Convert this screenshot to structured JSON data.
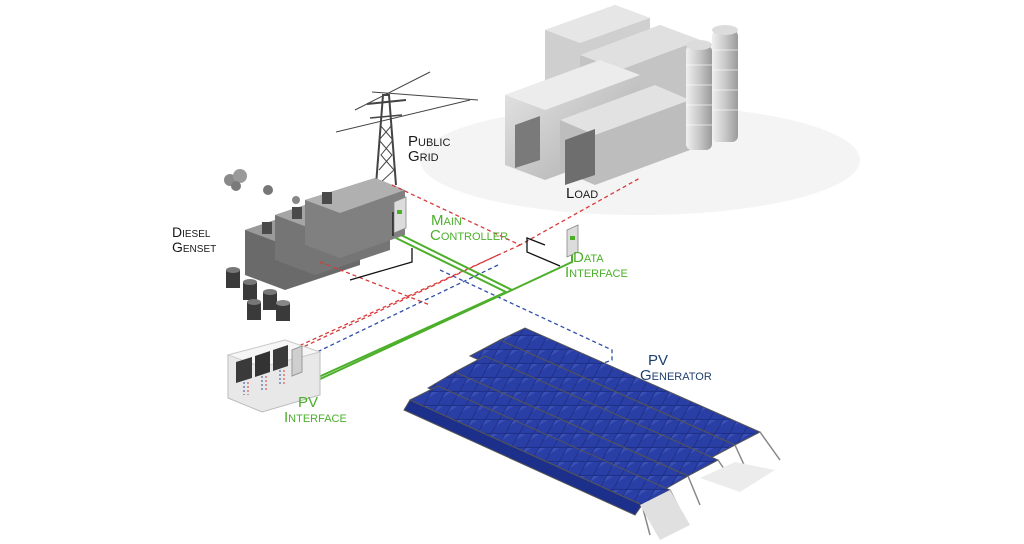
{
  "labels": {
    "public_grid": [
      "Public",
      "Grid"
    ],
    "load": "Load",
    "diesel_genset": [
      "Diesel",
      "Genset"
    ],
    "main_controller": [
      "Main",
      "Controller"
    ],
    "data_interface": [
      "Data",
      "Interface"
    ],
    "pv_interface": [
      "PV",
      "Interface"
    ],
    "pv_generator": [
      "PV",
      "Generator"
    ]
  },
  "colors": {
    "power_line": "#d93a3a",
    "data_line": "#2f4fa8",
    "control_line": "#4caf2a",
    "neutral_line": "#111111",
    "label_dark": "#1a1a1a",
    "label_green": "#4caf2a",
    "label_blue": "#1f3f6e",
    "panel_blue": "#1c2f8a"
  },
  "icons": [
    "transmission-tower-icon",
    "factory-icon",
    "diesel-generator-icon",
    "control-box-icon",
    "inverter-room-icon",
    "solar-panel-icon"
  ]
}
